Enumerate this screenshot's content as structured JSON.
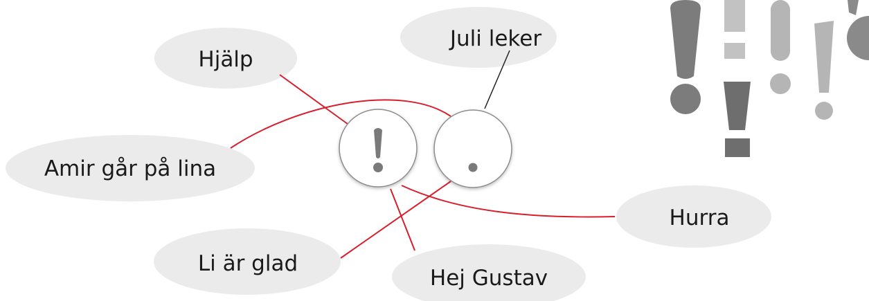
{
  "bubbles": {
    "hjalp": "Hjälp",
    "juli_leker": "Juli leker",
    "amir": "Amir går på lina",
    "hurra": "Hurra",
    "li_ar_glad": "Li är glad",
    "hej_gustav": "Hej Gustav"
  },
  "symbols": {
    "exclamation": "!",
    "period": "."
  },
  "colors": {
    "bubble_fill": "#ebebeb",
    "connector_red": "#d81e2c",
    "connector_black": "#222222",
    "circle_stroke": "#8c8c8c",
    "mark_grey": "#7a7a7a",
    "deco_dark": "#6e6e6e",
    "deco_mid": "#8f8f8f",
    "deco_light": "#b8b8b8"
  },
  "decoration": {
    "icon": "exclamation-marks-illustration"
  }
}
